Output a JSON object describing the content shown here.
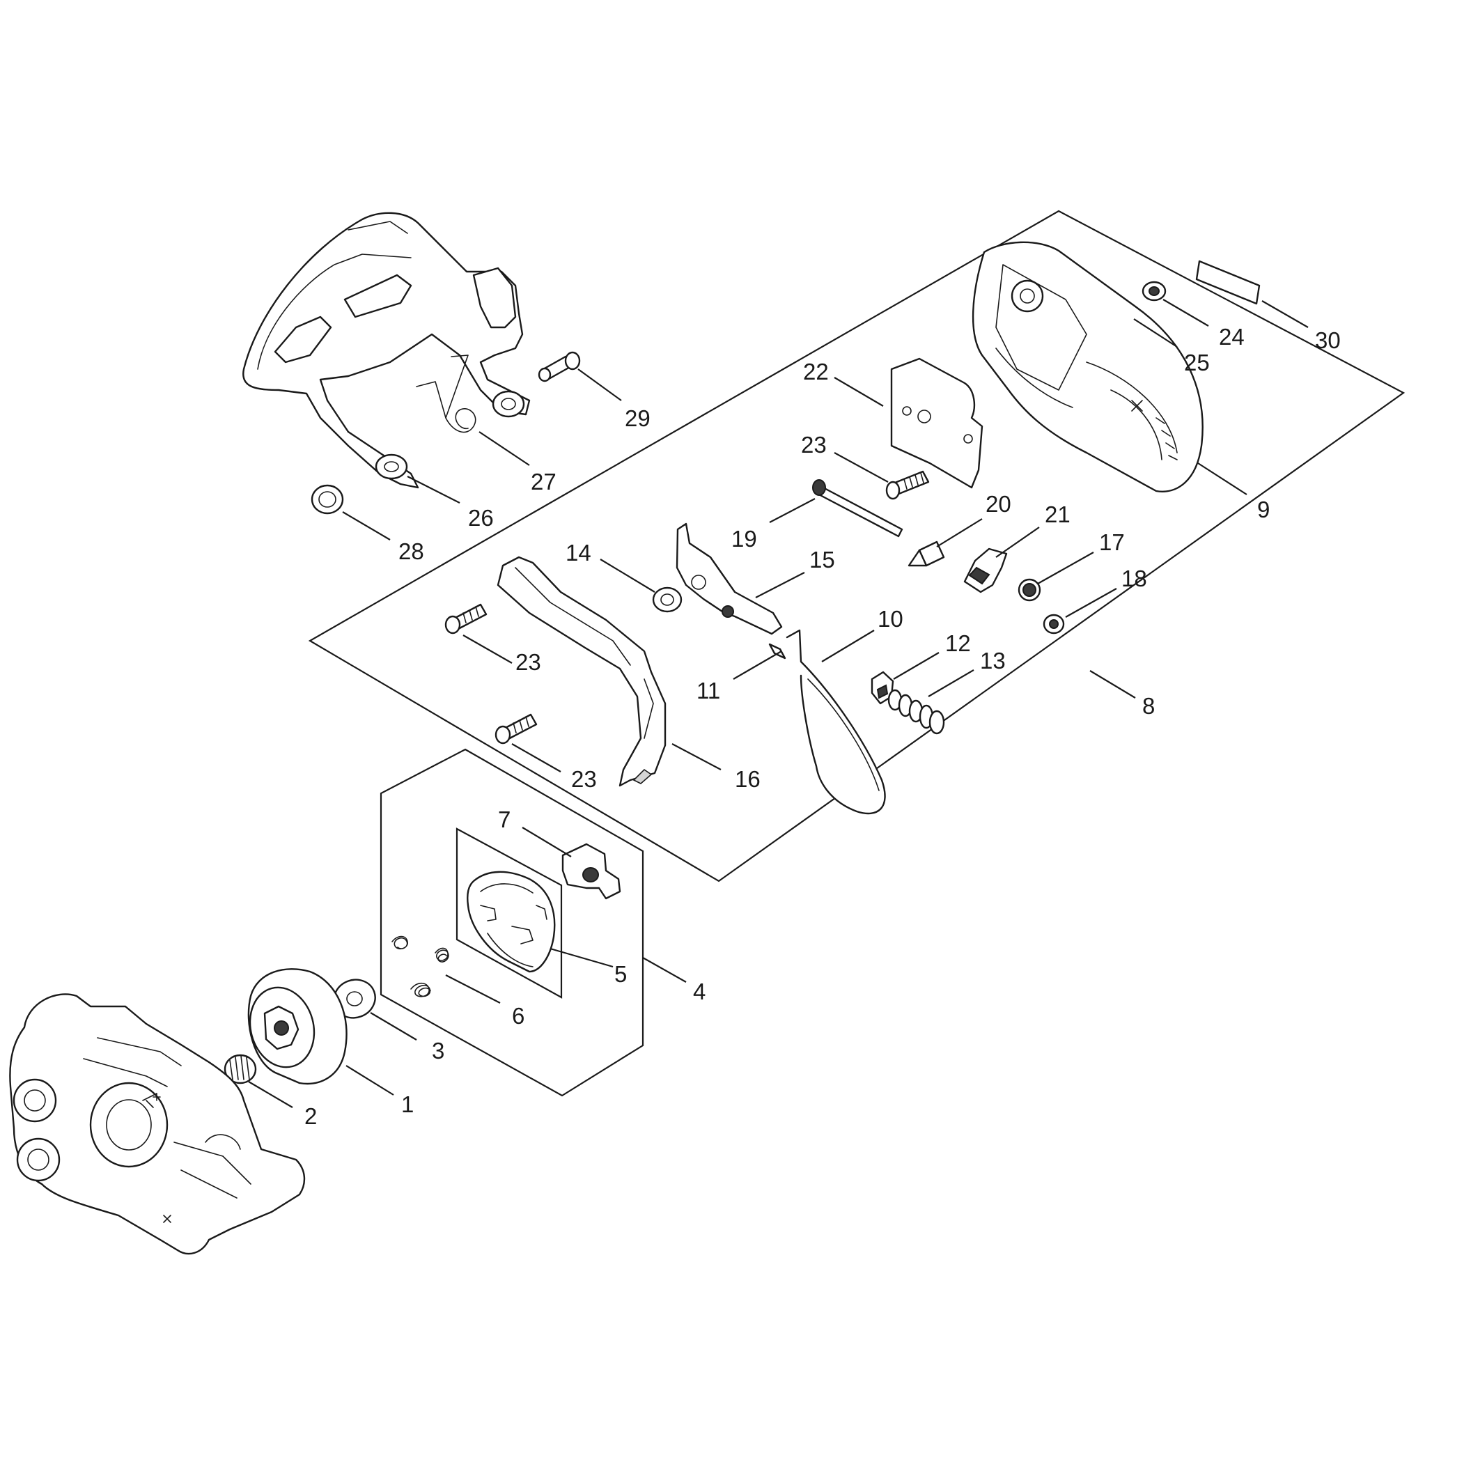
{
  "callouts": {
    "c1": "1",
    "c2": "2",
    "c3": "3",
    "c4": "4",
    "c5": "5",
    "c6": "6",
    "c7": "7",
    "c8": "8",
    "c9": "9",
    "c10": "10",
    "c11": "11",
    "c12": "12",
    "c13": "13",
    "c14": "14",
    "c15": "15",
    "c16": "16",
    "c17": "17",
    "c18": "18",
    "c19": "19",
    "c20": "20",
    "c21": "21",
    "c22": "22",
    "c23a": "23",
    "c23b": "23",
    "c23c": "23",
    "c24": "24",
    "c25": "25",
    "c26": "26",
    "c27": "27",
    "c28": "28",
    "c29": "29",
    "c30": "30"
  }
}
